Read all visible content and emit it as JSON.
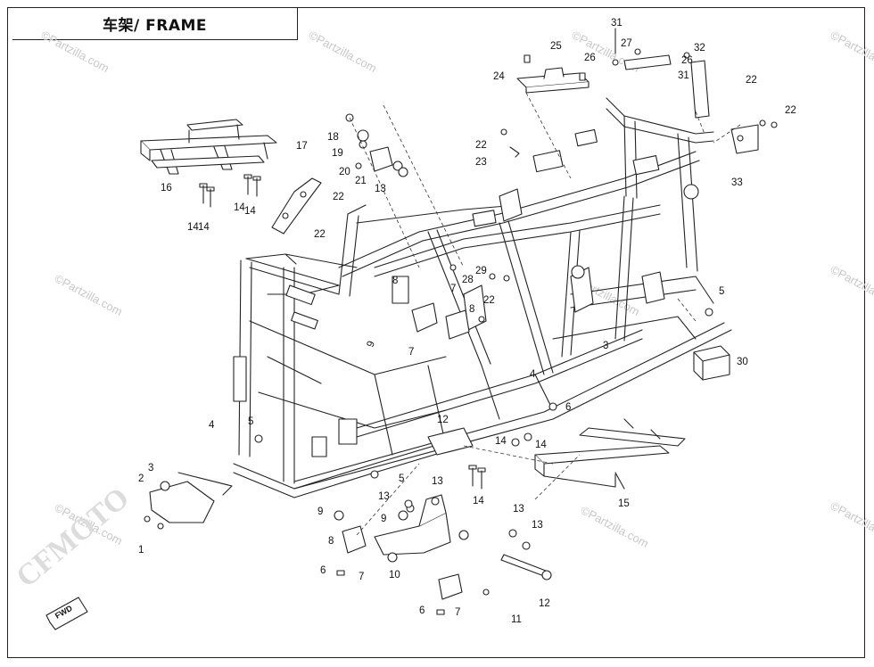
{
  "title": "车架/ FRAME",
  "watermark": "©Partzilla.com",
  "brand_watermark": "CFMOTO",
  "forward_label": "FWD",
  "callouts": [
    "1",
    "2",
    "3",
    "4",
    "5",
    "5",
    "5",
    "6",
    "6",
    "6",
    "7",
    "7",
    "7",
    "7",
    "8",
    "8",
    "8",
    "9",
    "9",
    "9",
    "10",
    "11",
    "12",
    "12",
    "13",
    "13",
    "13",
    "13",
    "13",
    "14",
    "14",
    "14",
    "14",
    "14",
    "14",
    "15",
    "16",
    "17",
    "18",
    "19",
    "20",
    "21",
    "22",
    "22",
    "22",
    "22",
    "22",
    "22",
    "23",
    "24",
    "25",
    "26",
    "26",
    "27",
    "28",
    "29",
    "30",
    "31",
    "31",
    "32",
    "33",
    "3",
    "4",
    "14"
  ]
}
